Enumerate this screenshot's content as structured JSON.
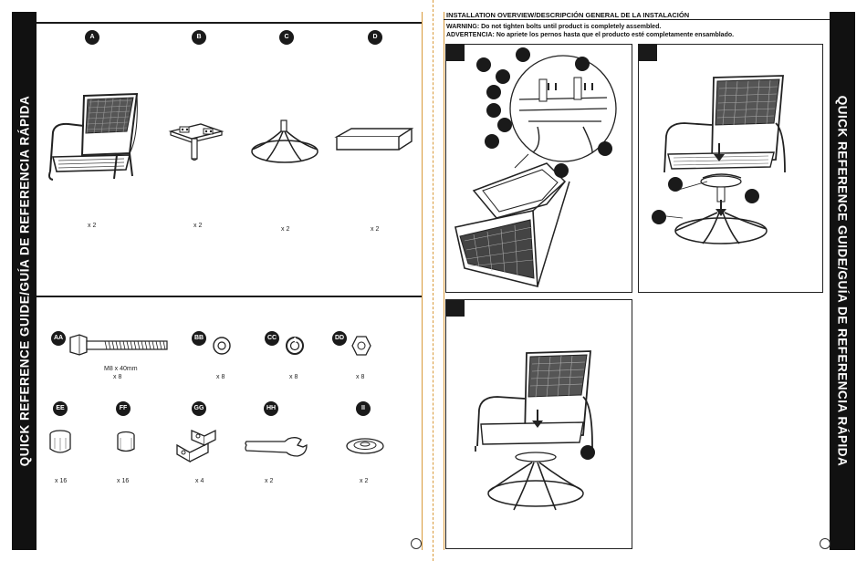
{
  "sidebar_left": {
    "title": "QUICK REFERENCE GUIDE/GUÍA DE REFERENCIA RÁPIDA"
  },
  "sidebar_right": {
    "title": "QUICK REFERENCE GUIDE/GUÍA DE REFERENCIA RÁPIDA"
  },
  "parts": [
    {
      "letter": "A",
      "name": "chair",
      "qty": "x 2"
    },
    {
      "letter": "B",
      "name": "swivel-plate",
      "qty": "x 2"
    },
    {
      "letter": "C",
      "name": "swivel-base",
      "qty": "x 2"
    },
    {
      "letter": "D",
      "name": "cushion",
      "qty": "x 2"
    }
  ],
  "hardware": [
    {
      "letter": "AA",
      "name": "bolt",
      "size": "M8 x 40mm",
      "qty": "x 8"
    },
    {
      "letter": "BB",
      "name": "flat-washer",
      "qty": "x 8"
    },
    {
      "letter": "CC",
      "name": "lock-washer",
      "qty": "x 8"
    },
    {
      "letter": "DD",
      "name": "nut",
      "qty": "x 8"
    },
    {
      "letter": "EE",
      "name": "cap",
      "qty": "x 16"
    },
    {
      "letter": "FF",
      "name": "spacer",
      "qty": "x 16"
    },
    {
      "letter": "GG",
      "name": "bracket",
      "qty": "x 4"
    },
    {
      "letter": "HH",
      "name": "wrench",
      "qty": "x 2"
    },
    {
      "letter": "II",
      "name": "glide",
      "qty": "x 2"
    }
  ],
  "overview": {
    "title": "INSTALLATION OVERVIEW/DESCRIPCIÓN GENERAL DE LA INSTALACIÓN",
    "warning": "WARNING: Do not tighten bolts until product is completely assembled.",
    "advertencia": "ADVERTENCIA: No apriete los pernos hasta que el producto esté completamente ensamblado."
  }
}
